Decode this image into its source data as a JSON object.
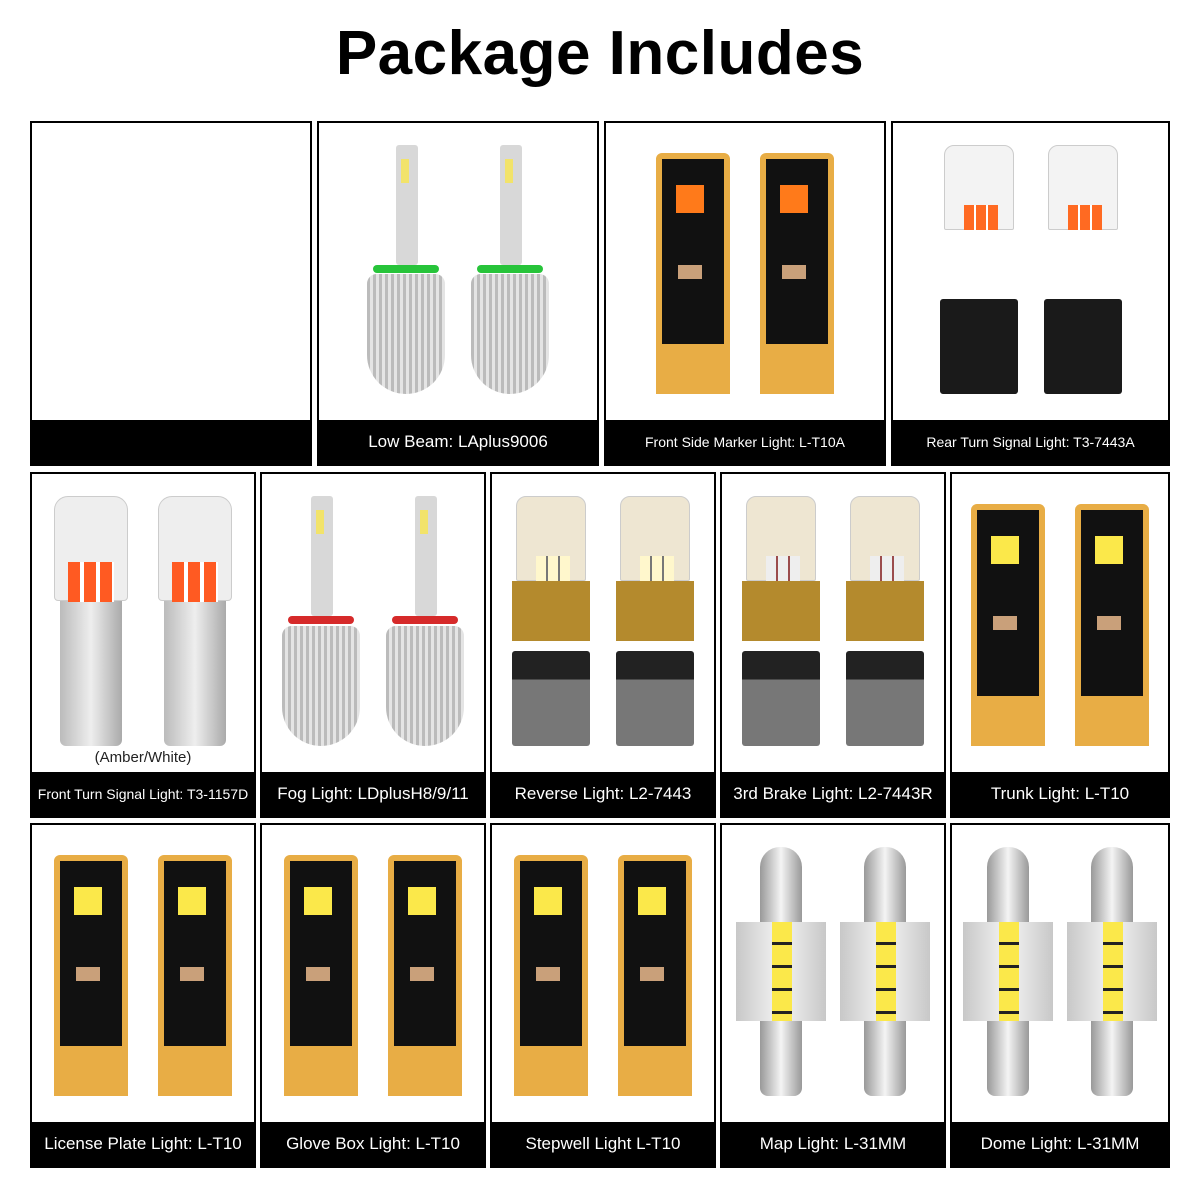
{
  "title": "Package Includes",
  "cells": [
    {
      "label": "",
      "kind": "empty"
    },
    {
      "label": "Low Beam: LAplus9006",
      "kind": "headlight"
    },
    {
      "label": "Front Side Marker Light: L-T10A",
      "kind": "t10-amber"
    },
    {
      "label": "Rear Turn Signal Light: T3-7443A",
      "kind": "7443-amber"
    },
    {
      "label": "Front Turn Signal Light: T3-1157D",
      "kind": "1157",
      "note": "(Amber/White)"
    },
    {
      "label": "Fog Light: LDplusH8/9/11",
      "kind": "headlight-fog"
    },
    {
      "label": "Reverse Light: L2-7443",
      "kind": "7443-white"
    },
    {
      "label": "3rd Brake Light: L2-7443R",
      "kind": "7443-red"
    },
    {
      "label": "Trunk Light: L-T10",
      "kind": "t10"
    },
    {
      "label": "License Plate Light: L-T10",
      "kind": "t10"
    },
    {
      "label": "Glove Box Light: L-T10",
      "kind": "t10"
    },
    {
      "label": "Stepwell Light L-T10",
      "kind": "t10"
    },
    {
      "label": "Map Light: L-31MM",
      "kind": "festoon-31mm"
    },
    {
      "label": "Dome Light: L-31MM",
      "kind": "festoon-31mm"
    }
  ]
}
